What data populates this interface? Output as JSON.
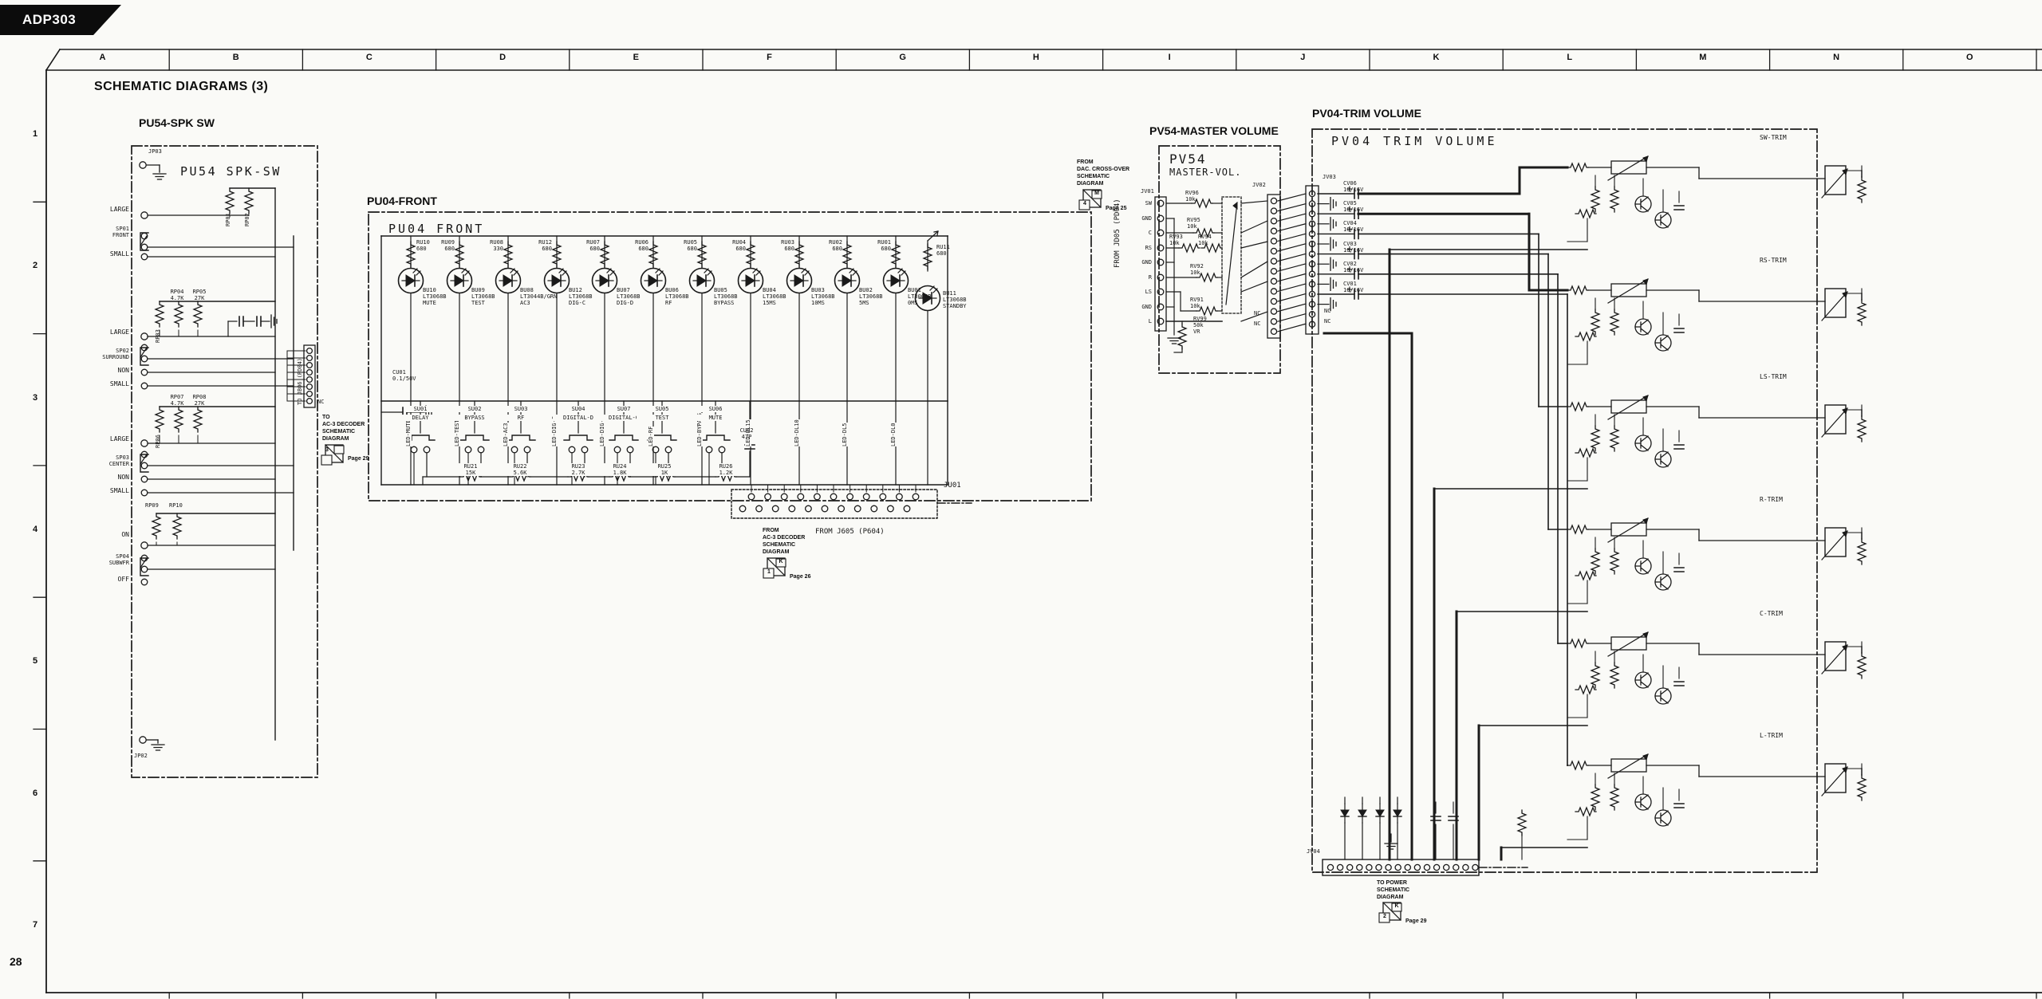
{
  "page": {
    "model": "ADP303",
    "title": "SCHEMATIC DIAGRAMS (3)",
    "page_number": "28",
    "ruler_columns": [
      "A",
      "B",
      "C",
      "D",
      "E",
      "F",
      "G",
      "H",
      "I",
      "J",
      "K",
      "L",
      "M",
      "N",
      "O"
    ],
    "ruler_rows": [
      "1",
      "2",
      "3",
      "4",
      "5",
      "6",
      "7"
    ]
  },
  "pu54": {
    "heading": "PU54-SPK SW",
    "inner_title": "PU54 SPK-SW",
    "top_connector": "JP03",
    "bottom_connector": "JP02",
    "right_label": "TO JB06 (PD04)",
    "nc": "NC",
    "groups": [
      {
        "top": "LARGE",
        "name": "SP01",
        "sub": "FRONT",
        "mid": "",
        "bottom": "SMALL",
        "r1": "RP01",
        "r2": "RP02",
        "r2v": "",
        "r3": "",
        "r3v": ""
      },
      {
        "top": "LARGE",
        "name": "SP02",
        "sub": "SURROUND",
        "mid": "NON",
        "bottom": "SMALL",
        "r1": "RP03",
        "r2": "RP04",
        "r2v": "4.7K",
        "r3": "RP05",
        "r3v": "27K"
      },
      {
        "top": "LARGE",
        "name": "SP03",
        "sub": "CENTER",
        "mid": "NON",
        "bottom": "SMALL",
        "r1": "RP06",
        "r2": "RP07",
        "r2v": "4.7K",
        "r3": "RP08",
        "r3v": "27K"
      },
      {
        "top": "ON",
        "name": "SP04",
        "sub": "SUBWFR",
        "mid": "",
        "bottom": "OFF",
        "r1": "RP09",
        "r2": "RP10",
        "r2v": "",
        "r3": "",
        "r3v": ""
      }
    ],
    "note": {
      "l1": "TO",
      "l2": "AC-3 DECODER",
      "l3": "SCHEMATIC",
      "l4": "DIAGRAM",
      "num": "3",
      "page": "Page 29"
    }
  },
  "pu04": {
    "heading": "PU04-FRONT",
    "inner_title": "PU04 FRONT",
    "connector": "JU01",
    "from_label": "FROM J605 (P604)",
    "cu01_name": "CU01",
    "cu01_val": "0.1/50V",
    "cu02_name": "CU02",
    "cu02_val": "47P",
    "leds": [
      {
        "res": "RU10",
        "val": "680",
        "name": "BU10",
        "part": "LT3068B",
        "func": "MUTE",
        "net": "LED-MUTE"
      },
      {
        "res": "RU09",
        "val": "680",
        "name": "BU09",
        "part": "LT3068B",
        "func": "TEST",
        "net": "LED-TEST"
      },
      {
        "res": "RU08",
        "val": "330",
        "name": "BU08",
        "part": "LT3044B/GRN",
        "func": "AC3",
        "net": "LED-AC3"
      },
      {
        "res": "RU12",
        "val": "680",
        "name": "BU12",
        "part": "LT3068B",
        "func": "DIG-C",
        "net": "LED-DIG-C"
      },
      {
        "res": "RU07",
        "val": "680",
        "name": "BU07",
        "part": "LT3068B",
        "func": "DIG-D",
        "net": "LED-DIG-D"
      },
      {
        "res": "RU06",
        "val": "680",
        "name": "BU06",
        "part": "LT3068B",
        "func": "RF",
        "net": "LED-RF"
      },
      {
        "res": "RU05",
        "val": "680",
        "name": "BU05",
        "part": "LT3068B",
        "func": "BYPASS",
        "net": "LED-BYPASS"
      },
      {
        "res": "RU04",
        "val": "680",
        "name": "BU04",
        "part": "LT3068B",
        "func": "15MS",
        "net": "LED-DL15"
      },
      {
        "res": "RU03",
        "val": "680",
        "name": "BU03",
        "part": "LT3068B",
        "func": "10MS",
        "net": "LED-DL10"
      },
      {
        "res": "RU02",
        "val": "680",
        "name": "BU02",
        "part": "LT3068B",
        "func": "5MS",
        "net": "LED-DL5"
      },
      {
        "res": "RU01",
        "val": "680",
        "name": "BU01",
        "part": "LT3068B",
        "func": "0MS",
        "net": "LED-DL0"
      }
    ],
    "standby": {
      "res": "RU11",
      "val": "680",
      "name": "BU11",
      "part": "LT3068B",
      "func": "STANDBY"
    },
    "switches": [
      {
        "name": "SU01",
        "func": "DELAY"
      },
      {
        "name": "SU02",
        "func": "BYPASS"
      },
      {
        "name": "SU03",
        "func": "RF"
      },
      {
        "name": "SU04",
        "func": "DIGITAL-D"
      },
      {
        "name": "SU07",
        "func": "DIGITAL-C"
      },
      {
        "name": "SU05",
        "func": "TEST"
      },
      {
        "name": "SU06",
        "func": "MUTE"
      }
    ],
    "resistors": [
      {
        "name": "RU21",
        "val": "15K"
      },
      {
        "name": "RU22",
        "val": "5.6K"
      },
      {
        "name": "RU23",
        "val": "2.7K"
      },
      {
        "name": "RU24",
        "val": "1.8K"
      },
      {
        "name": "RU25",
        "val": "1K"
      },
      {
        "name": "RU26",
        "val": "1.2K"
      }
    ],
    "note": {
      "l1": "FROM",
      "l2": "AC-3 DECODER",
      "l3": "SCHEMATIC",
      "l4": "DIAGRAM",
      "letter": "K",
      "num": "1",
      "page": "Page 26"
    }
  },
  "pv54": {
    "heading": "PV54-MASTER VOLUME",
    "title1": "PV54",
    "title2": "MASTER-VOL.",
    "jv01": "JV01",
    "jv02": "JV02",
    "pins": [
      "SW",
      "GND",
      "C",
      "RS",
      "GND",
      "R",
      "LS",
      "GND",
      "L"
    ],
    "resistors": [
      {
        "name": "RV96",
        "val": "10k"
      },
      {
        "name": "RV95",
        "val": "10k"
      },
      {
        "name": "RV93",
        "val": "10k"
      },
      {
        "name": "RV94",
        "val": "10k"
      },
      {
        "name": "RV92",
        "val": "10k"
      },
      {
        "name": "RV91",
        "val": "10k"
      }
    ],
    "vr": {
      "name": "RV99",
      "val": "50k",
      "sub": "VR"
    },
    "nc1": "NC",
    "nc2": "NC",
    "note": {
      "l1": "FROM",
      "l2": "DAC. CROSS-OVER",
      "l3": "SCHEMATIC",
      "l4": "DIAGRAM",
      "letter": "M",
      "num": "4",
      "page": "Page 25"
    },
    "rotated": "FROM JD05 (PD04)"
  },
  "pv04": {
    "heading": "PV04-TRIM VOLUME",
    "inner_title": "PV04 TRIM VOLUME",
    "jv03": "JV03",
    "jv04": "JV04",
    "caps": [
      {
        "name": "CV06",
        "val": "10/16V"
      },
      {
        "name": "CV05",
        "val": "10/16V"
      },
      {
        "name": "CV04",
        "val": "10/16V"
      },
      {
        "name": "CV03",
        "val": "10/16V"
      },
      {
        "name": "CV02",
        "val": "10/16V"
      },
      {
        "name": "CV01",
        "val": "10/16V"
      }
    ],
    "nc1": "NC",
    "nc2": "NC",
    "trims": [
      "SW-TRIM",
      "RS-TRIM",
      "LS-TRIM",
      "R-TRIM",
      "C-TRIM",
      "L-TRIM"
    ],
    "note": {
      "l1": "TO POWER",
      "l2": "SCHEMATIC",
      "l3": "DIAGRAM",
      "letter": "K",
      "num": "2",
      "page": "Page 29"
    }
  }
}
